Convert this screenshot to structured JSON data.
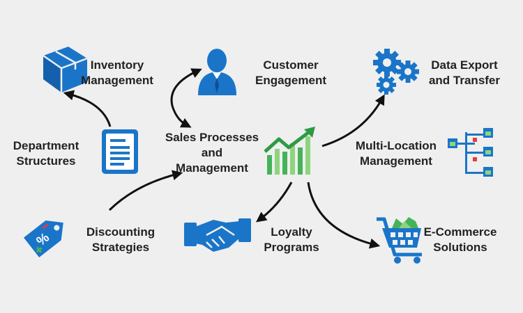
{
  "colors": {
    "background": "#efefef",
    "blue": "#1a75c9",
    "dark_blue": "#0f4f94",
    "green": "#46b35a",
    "light_green": "#8ed47e",
    "red": "#e43c3c",
    "arrow": "#111111",
    "text": "#222222"
  },
  "center": {
    "label": [
      "Sales Processes",
      "and",
      "Management"
    ],
    "icon": "growth-chart-icon"
  },
  "nodes": {
    "inventory": {
      "label": [
        "Inventory",
        "Management"
      ],
      "icon": "box-icon"
    },
    "customer": {
      "label": [
        "Customer",
        "Engagement"
      ],
      "icon": "person-icon"
    },
    "data_export": {
      "label": [
        "Data Export",
        "and Transfer"
      ],
      "icon": "gears-icon"
    },
    "department": {
      "label": [
        "Department",
        "Structures"
      ],
      "icon": "document-icon"
    },
    "multi_location": {
      "label": [
        "Multi-Location",
        "Management"
      ],
      "icon": "store-network-icon"
    },
    "discounting": {
      "label": [
        "Discounting",
        "Strategies"
      ],
      "icon": "discount-tag-icon"
    },
    "loyalty": {
      "label": [
        "Loyalty",
        "Programs"
      ],
      "icon": "handshake-icon"
    },
    "ecommerce": {
      "label": [
        "E-Commerce",
        "Solutions"
      ],
      "icon": "shopping-cart-icon"
    }
  }
}
